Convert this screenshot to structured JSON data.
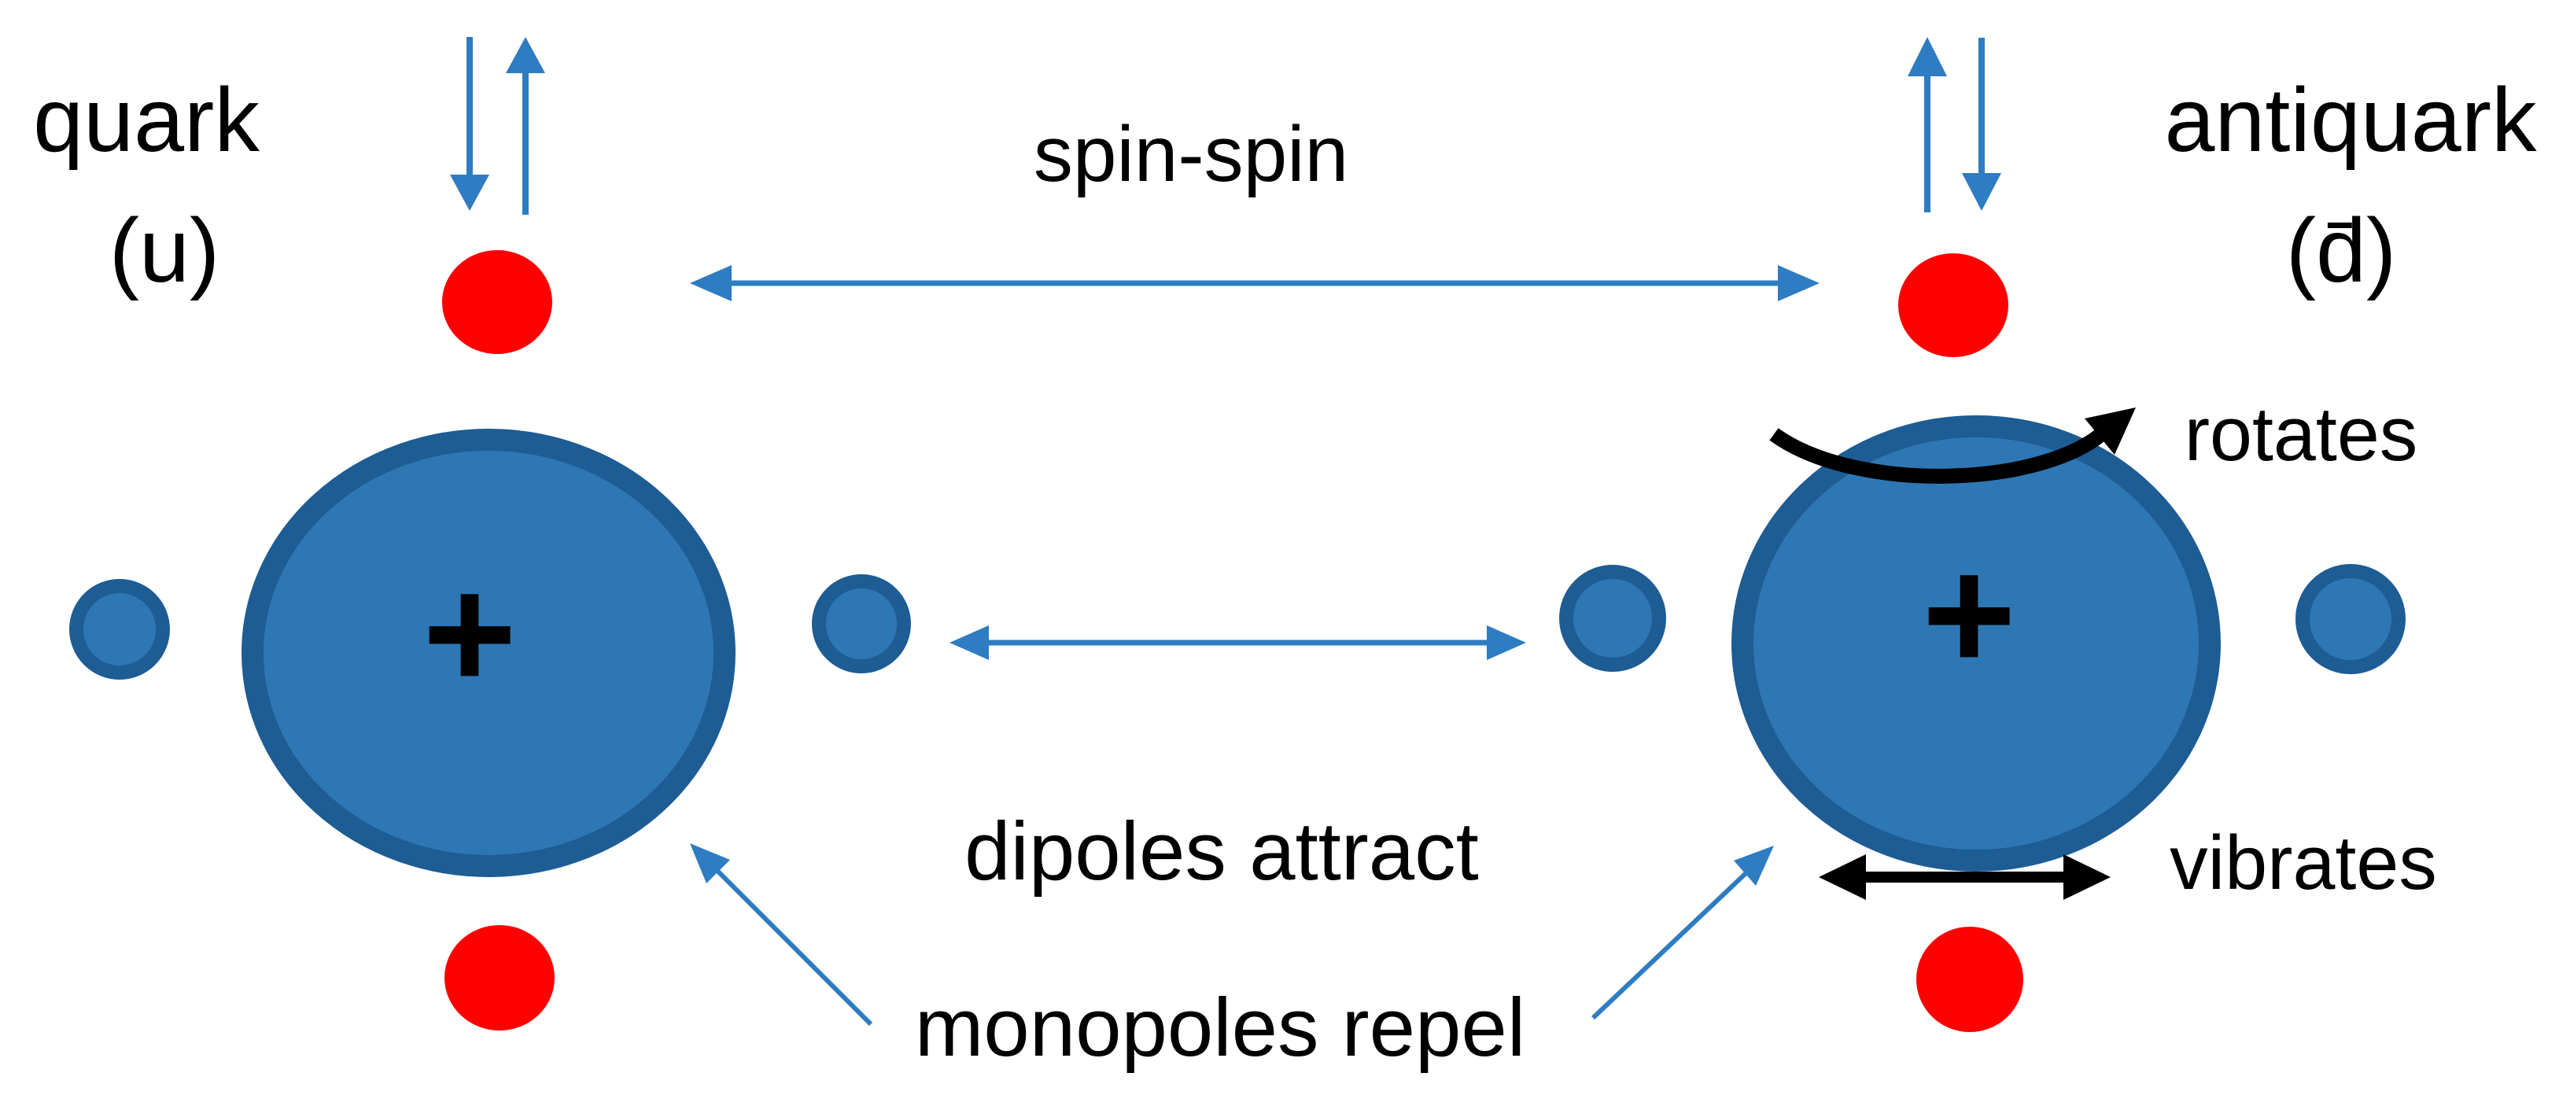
{
  "labels": {
    "quark": "quark",
    "quark_symbol": "(u)",
    "antiquark": "antiquark",
    "antiquark_symbol": "(d̄)",
    "spin_spin": "spin-spin",
    "dipoles": "dipoles attract",
    "monopoles": "monopoles repel",
    "rotates": "rotates",
    "vibrates": "vibrates",
    "plus_sign": "+"
  },
  "colors": {
    "circle_fill": "#2E77B5",
    "circle_border": "#1E5C94",
    "arrow_blue": "#2E7CC1",
    "dot_red": "#FE0000",
    "ink_black": "#000000",
    "bg": "#FFFFFF"
  }
}
